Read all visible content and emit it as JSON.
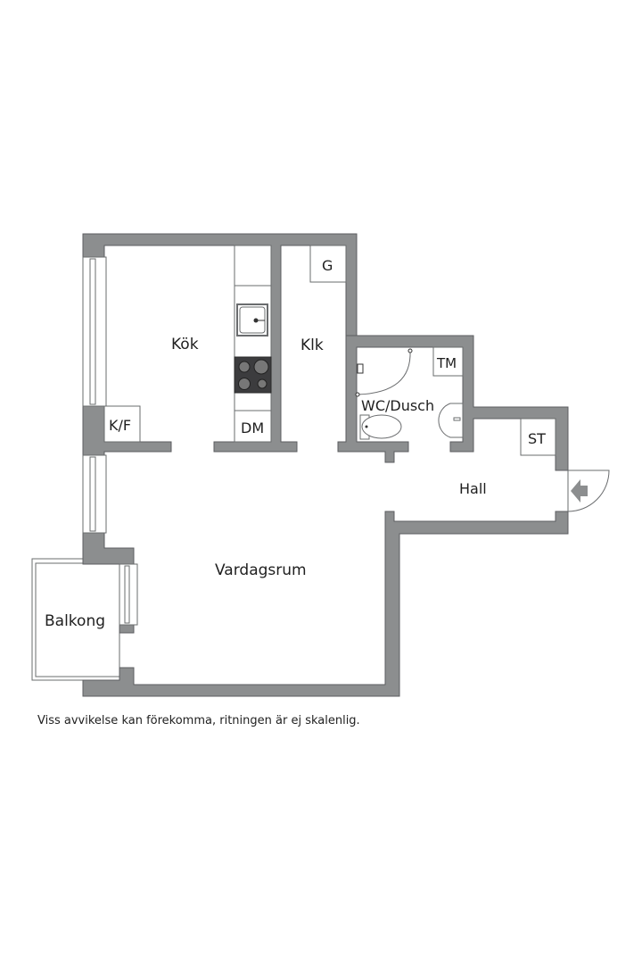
{
  "floorplan": {
    "rooms": {
      "kok": "Kök",
      "klk": "Klk",
      "wc_dusch": "WC/Dusch",
      "hall": "Hall",
      "vardagsrum": "Vardagsrum",
      "balkong": "Balkong"
    },
    "fixtures": {
      "kf": "K/F",
      "dm": "DM",
      "g": "G",
      "tm": "TM",
      "st": "ST"
    },
    "icons": [
      "sink-icon",
      "stove-icon",
      "shower-icon",
      "toilet-icon",
      "washbasin-icon",
      "entrance-arrow-icon",
      "door-swing-icon",
      "window-icon"
    ],
    "colors": {
      "wall": "#8c8e8f",
      "stove": "#3c3c3e"
    }
  },
  "disclaimer": "Viss avvikelse kan förekomma, ritningen är ej skalenlig."
}
